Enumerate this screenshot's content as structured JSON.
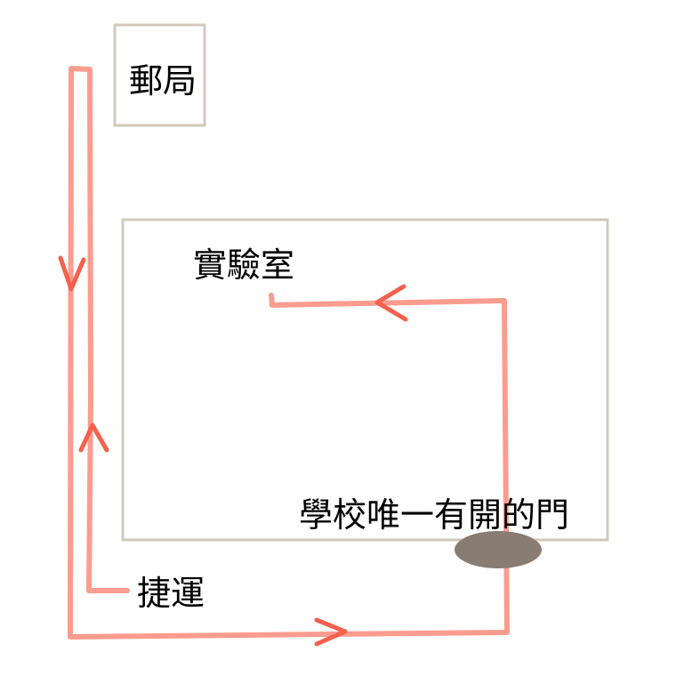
{
  "labels": {
    "post_office": "郵局",
    "lab": "實驗室",
    "school_gate": "學校唯一有開的門",
    "mrt": "捷運"
  },
  "colors": {
    "box_stroke": "#d2c8bc",
    "route": "#fb9c8f",
    "arrow": "#f4614d",
    "door": "#887c73",
    "text": "#000000"
  }
}
